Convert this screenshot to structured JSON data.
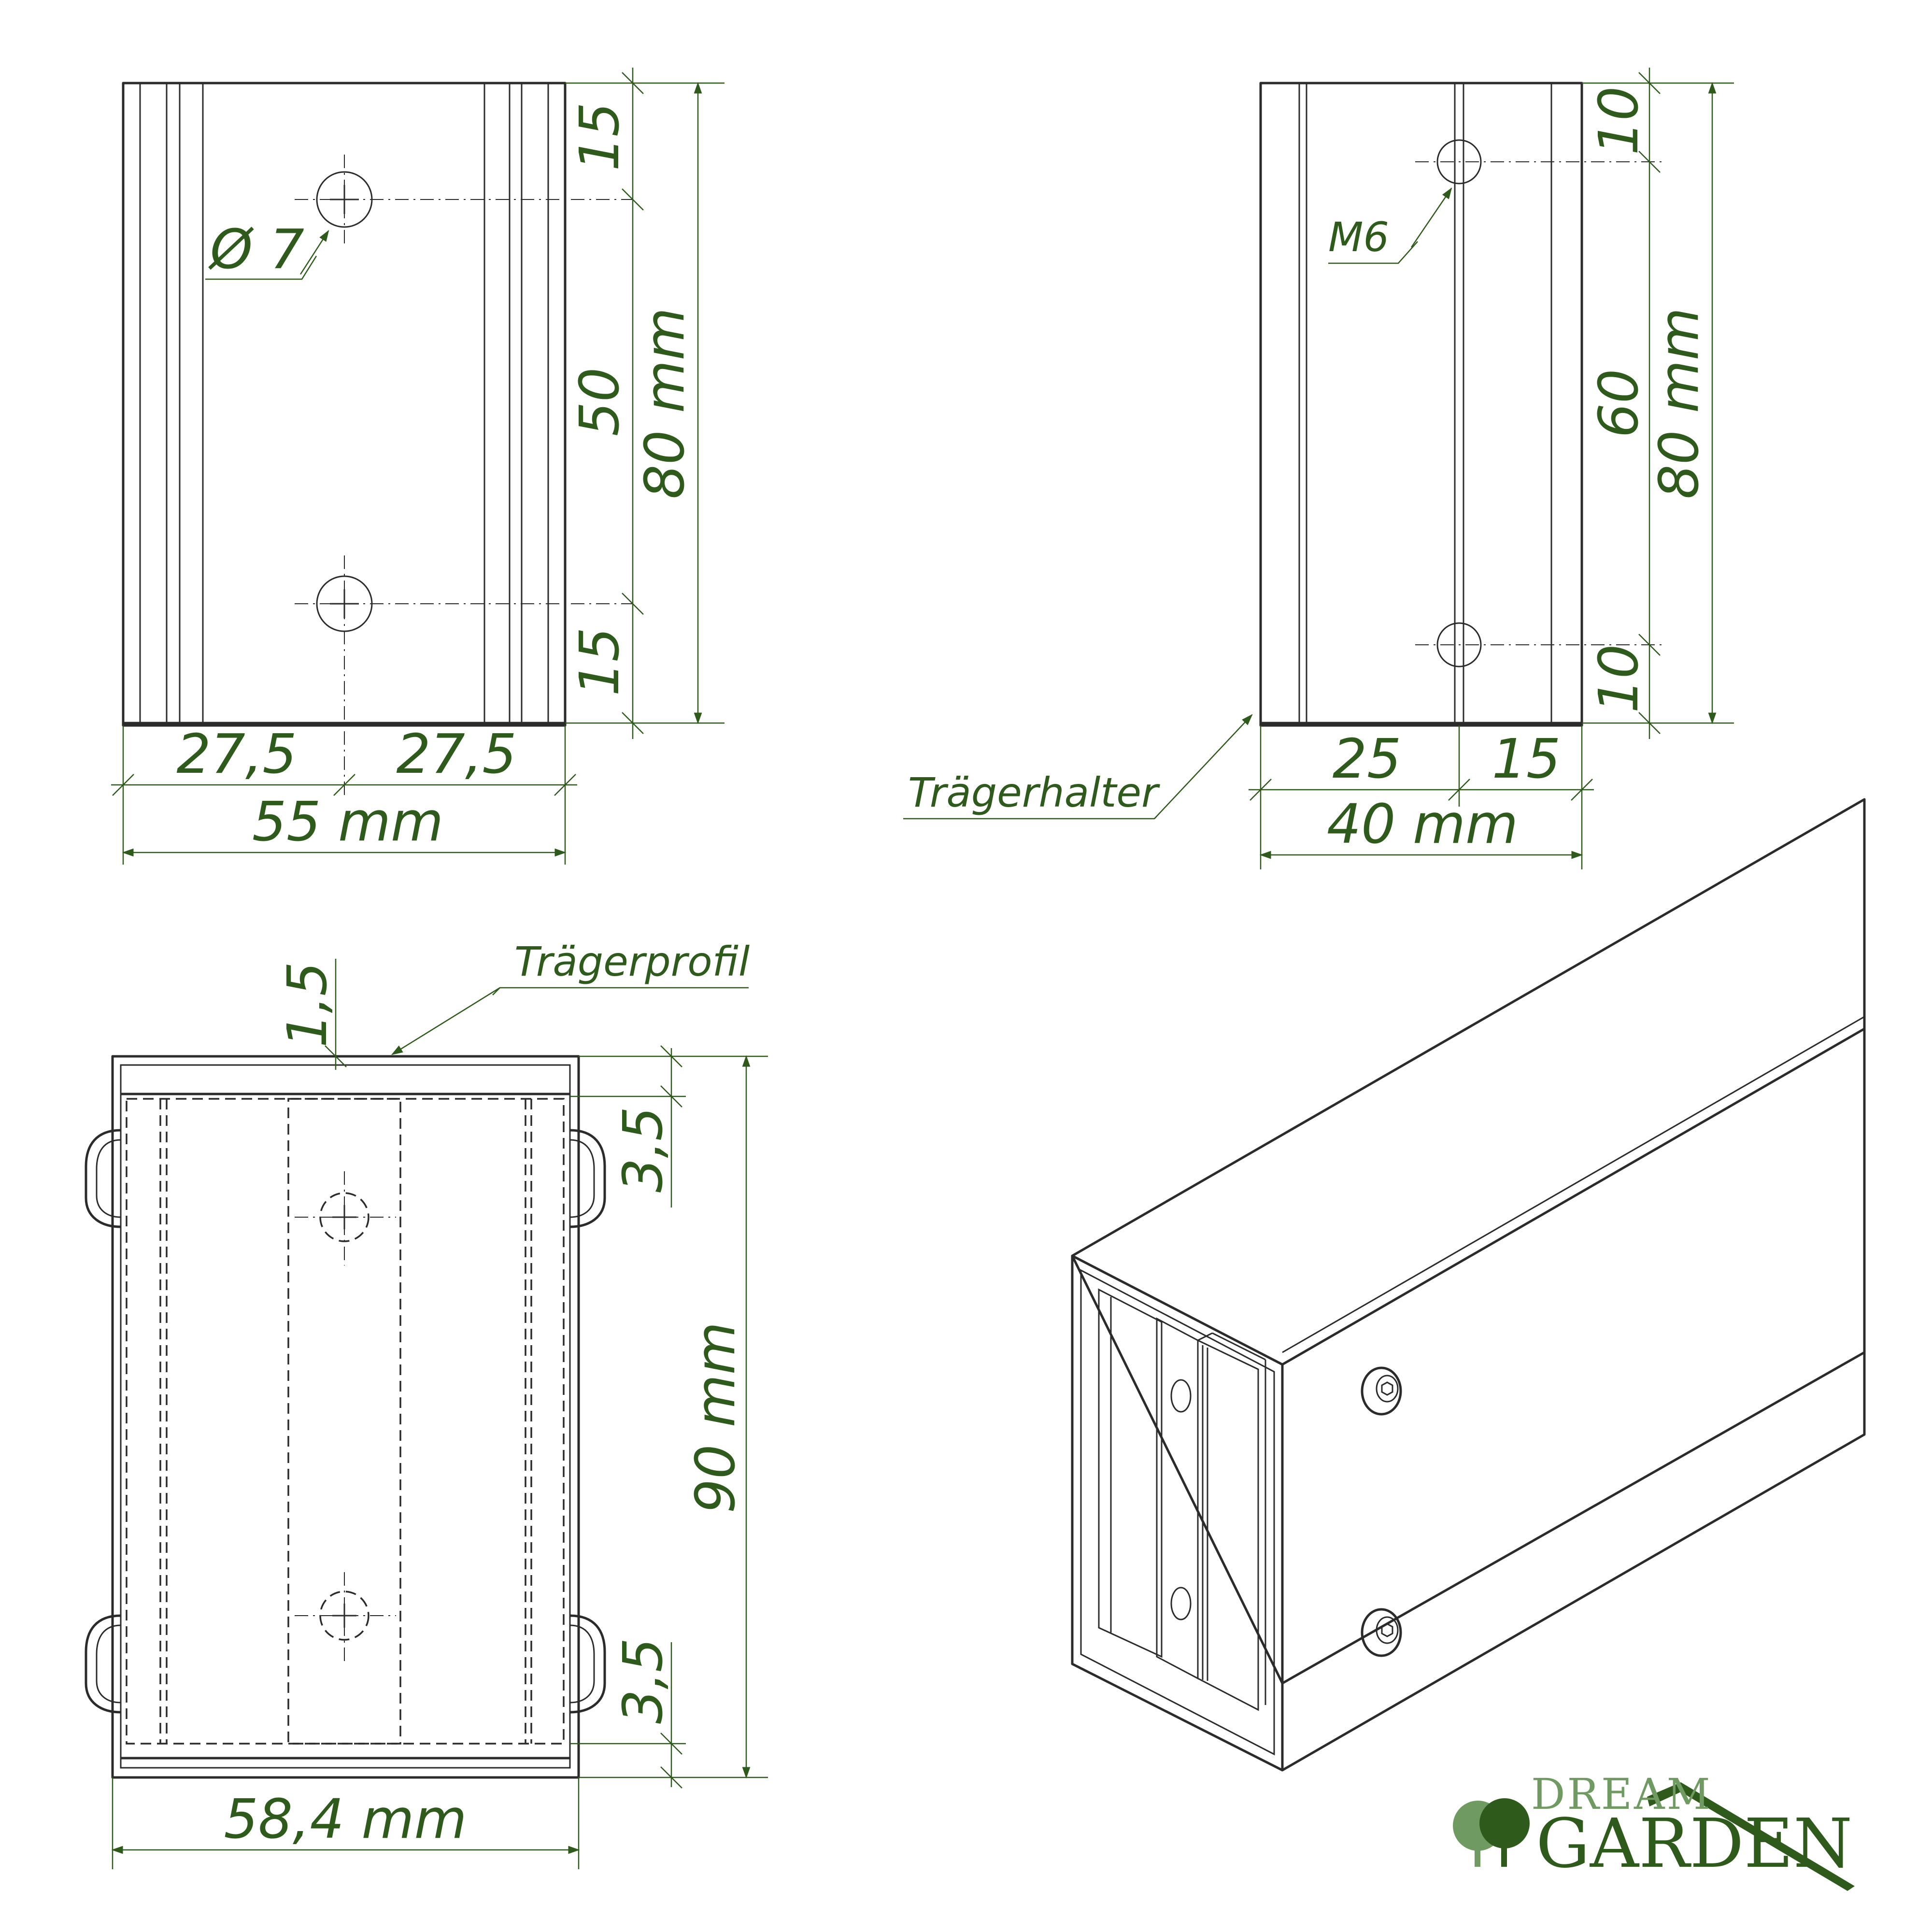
{
  "colors": {
    "dimension": "#2e5a1c",
    "outline": "#2b2b2b",
    "logo_light": "#6f9a62",
    "logo_dark": "#2e5a1c"
  },
  "front_view": {
    "top_offset": "15",
    "hole_spacing": "50",
    "bottom_offset": "15",
    "height": "80 mm",
    "hole_diameter": "Ø 7",
    "left_half": "27,5",
    "right_half": "27,5",
    "width": "55 mm"
  },
  "side_view": {
    "top_offset": "10",
    "hole_spacing": "60",
    "bottom_offset": "10",
    "height": "80 mm",
    "thread": "M6",
    "left_part": "25",
    "right_part": "15",
    "width": "40 mm",
    "part_label": "Trägerhalter"
  },
  "section_view": {
    "wall": "1,5",
    "part_label": "Trägerprofil",
    "gap_top": "3,5",
    "gap_bottom": "3,5",
    "height": "90 mm",
    "width": "58,4 mm"
  },
  "logo": {
    "line1": "DREAM",
    "line2": "GARDEN"
  }
}
